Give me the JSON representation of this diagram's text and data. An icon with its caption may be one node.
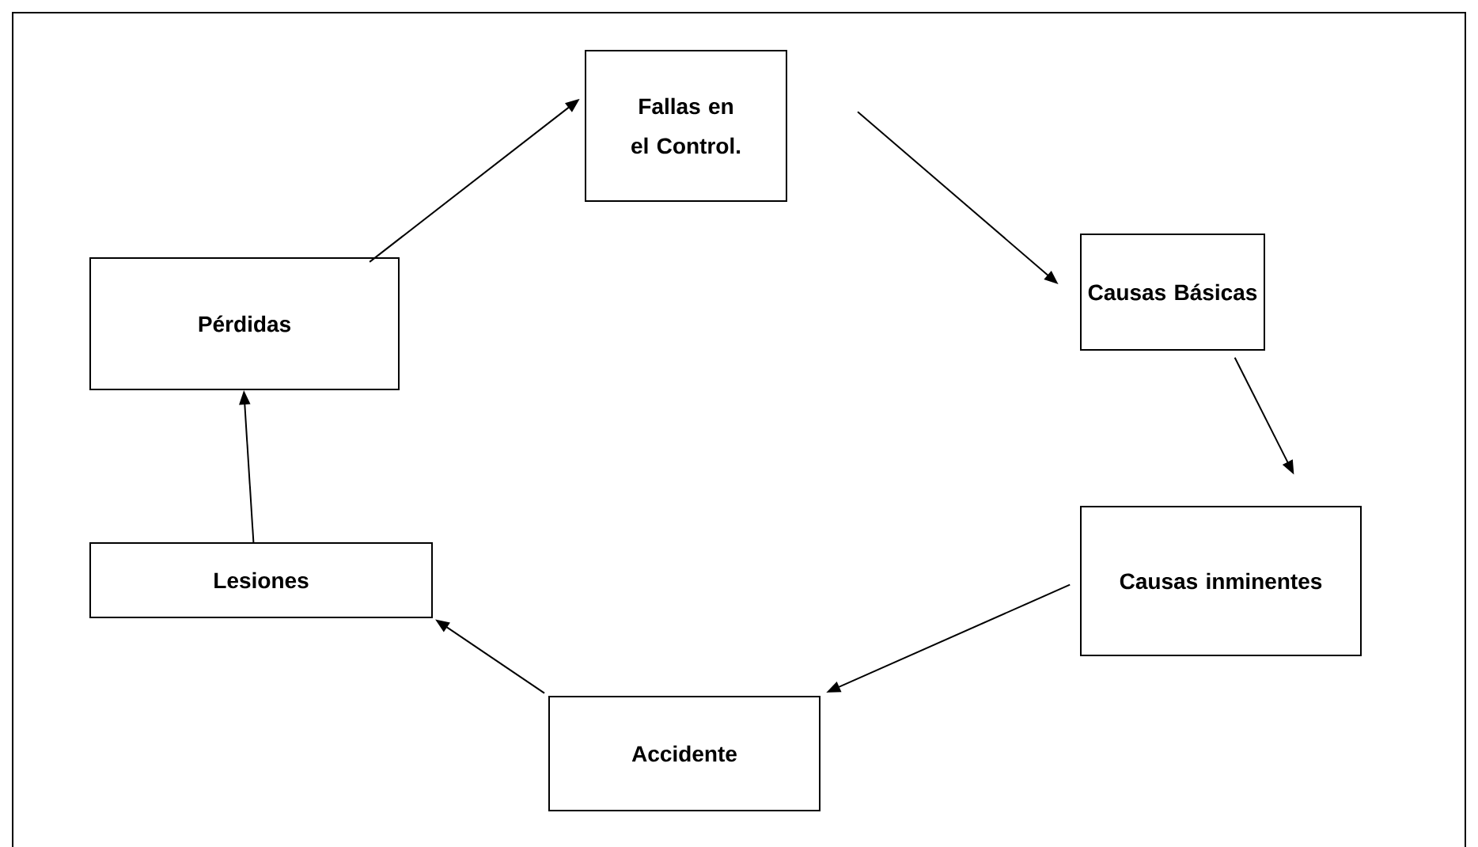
{
  "diagram": {
    "nodes": [
      {
        "text": [
          "Fallas en el Control."
        ]
      },
      {
        "text": [
          "Causas Básicas"
        ]
      },
      {
        "text": [
          "Causas inminentes"
        ]
      },
      {
        "text": [
          "Accidente"
        ]
      },
      {
        "text": [
          "Lesiones"
        ]
      },
      {
        "text": [
          "Pérdidas"
        ]
      }
    ],
    "edges": [
      {
        "from": 5,
        "to": 0,
        "arrow": "to"
      },
      {
        "from": 0,
        "to": 1,
        "arrow": "to"
      },
      {
        "from": 1,
        "to": 2,
        "arrow": "to"
      },
      {
        "from": 2,
        "to": 3,
        "arrow": "to"
      },
      {
        "from": 3,
        "to": 4,
        "arrow": "to"
      },
      {
        "from": 4,
        "to": 5,
        "arrow": "to"
      }
    ]
  }
}
